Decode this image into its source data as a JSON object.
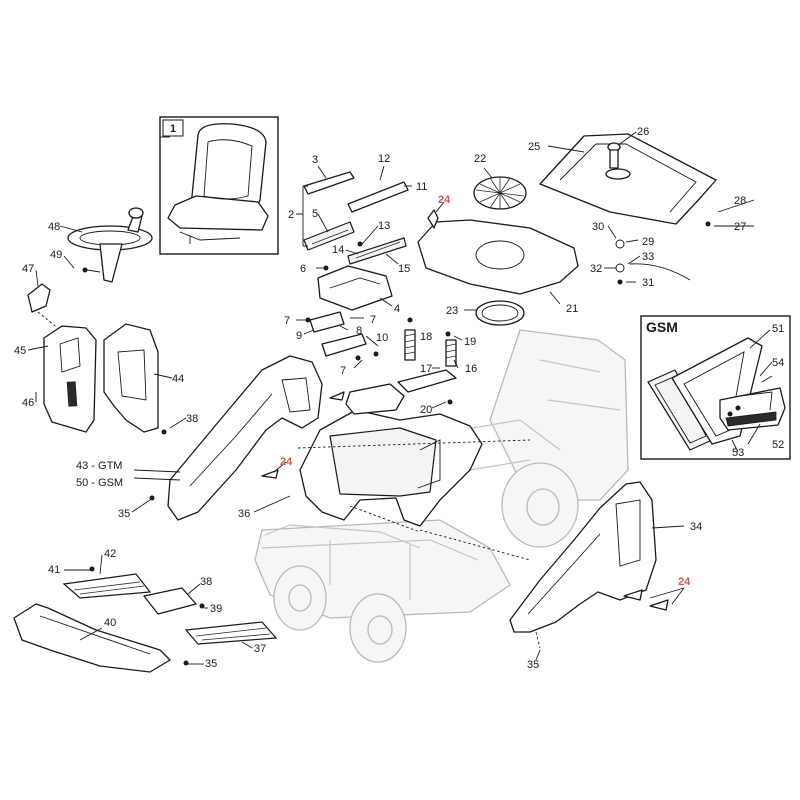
{
  "inset_seat": {
    "label": "1"
  },
  "inset_gsm": {
    "title": "GSM"
  },
  "callouts": {
    "c2": "2",
    "c3": "3",
    "c4": "4",
    "c5": "5",
    "c6": "6",
    "c7a": "7",
    "c7b": "7",
    "c7c": "7",
    "c8": "8",
    "c9": "9",
    "c10": "10",
    "c11": "11",
    "c12": "12",
    "c13": "13",
    "c14": "14",
    "c15": "15",
    "c16": "16",
    "c17": "17",
    "c18": "18",
    "c19": "19",
    "c20": "20",
    "c21": "21",
    "c22": "22",
    "c23": "23",
    "c24a": "24",
    "c24b": "24",
    "c24c": "24",
    "c25": "25",
    "c26": "26",
    "c27": "27",
    "c28": "28",
    "c29": "29",
    "c30": "30",
    "c31": "31",
    "c32": "32",
    "c33": "33",
    "c34": "34",
    "c35a": "35",
    "c35b": "35",
    "c35c": "35",
    "c36": "36",
    "c37": "37",
    "c38a": "38",
    "c38b": "38",
    "c39": "39",
    "c40": "40",
    "c41": "41",
    "c42": "42",
    "c43": "43 - GTM",
    "c44": "44",
    "c45": "45",
    "c46": "46",
    "c47": "47",
    "c48": "48",
    "c49": "49",
    "c50": "50 - GSM",
    "c51": "51",
    "c52": "52",
    "c53": "53",
    "c54": "54"
  },
  "colors": {
    "line": "#1a1a1a",
    "ghost": "#b9b9b9",
    "highlight_callout": "#d9534f"
  }
}
